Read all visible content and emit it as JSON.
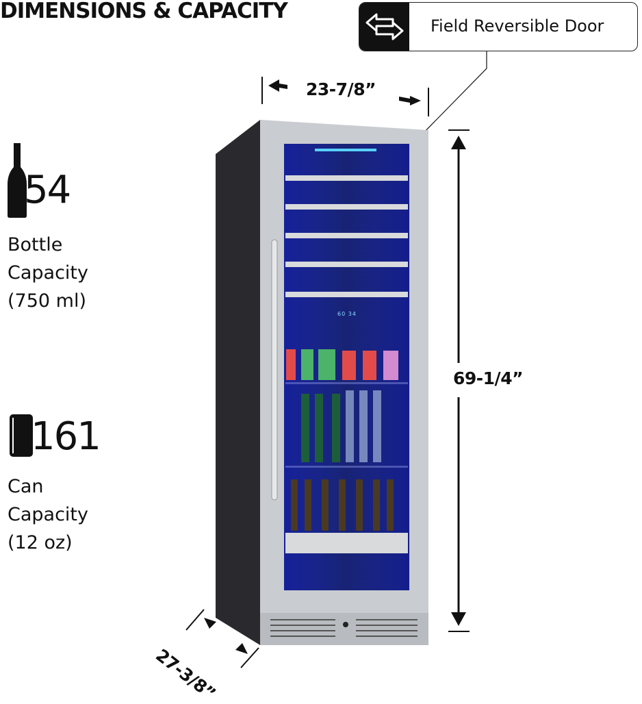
{
  "header": {
    "title": "DIMENSIONS & CAPACITY"
  },
  "callout": {
    "icon": "reverse-arrows-icon",
    "label": "Field Reversible Door"
  },
  "dimensions": {
    "width": "23-7/8”",
    "height": "69-1/4”",
    "depth": "27-3/8”"
  },
  "capacity": {
    "bottles": {
      "icon": "wine-bottle-icon",
      "value": "54",
      "label_lines": [
        "Bottle",
        "Capacity",
        "(750 ml)"
      ]
    },
    "cans": {
      "icon": "can-icon",
      "value": "161",
      "label_lines": [
        "Can",
        "Capacity",
        "(12 oz)"
      ]
    }
  },
  "product": {
    "display_readout": "60 34",
    "interior_light": "#2a3cff"
  }
}
